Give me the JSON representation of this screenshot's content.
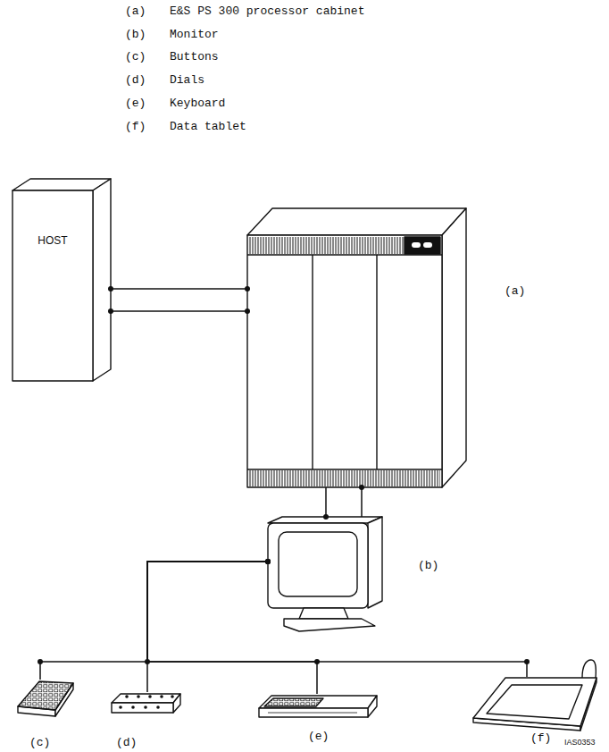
{
  "diagram": {
    "nodes": [
      {
        "text": [
          "HOST"
        ]
      },
      {
        "text": [
          "(a)"
        ]
      },
      {
        "text": [
          "(b)"
        ]
      },
      {
        "text": [
          "(c)"
        ]
      },
      {
        "text": [
          "(d)"
        ]
      },
      {
        "text": [
          "(e)"
        ]
      },
      {
        "text": [
          "(f)"
        ]
      }
    ],
    "edges": [
      {
        "from": 0,
        "to": 1,
        "arrow": "none"
      },
      {
        "from": 0,
        "to": 1,
        "arrow": "none"
      },
      {
        "from": 1,
        "to": 2,
        "arrow": "none"
      },
      {
        "from": 1,
        "to": 2,
        "arrow": "none"
      },
      {
        "from": 2,
        "to": 3,
        "arrow": "none"
      },
      {
        "from": 2,
        "to": 4,
        "arrow": "none"
      },
      {
        "from": 2,
        "to": 5,
        "arrow": "none"
      },
      {
        "from": 2,
        "to": 6,
        "arrow": "none"
      }
    ],
    "labels": [
      "(a)",
      "E&S PS 300 processor cabinet",
      "(b)",
      "Monitor",
      "(c)",
      "Buttons",
      "(d)",
      "Dials",
      "(e)",
      "Keyboard",
      "(f)",
      "Data tablet",
      "IAS0353"
    ]
  }
}
